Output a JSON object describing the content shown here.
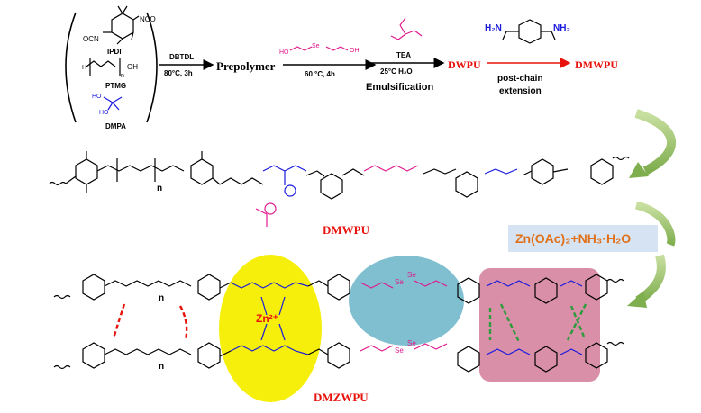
{
  "scheme": {
    "reagents": {
      "ipdi": "IPDI",
      "ptmg": "PTMG",
      "dmpa": "DMPA",
      "nco1": "NCO",
      "nco2": "OCN",
      "n_sub": "n",
      "oh": "OH",
      "ho": "HO",
      "h": "H"
    },
    "step1": {
      "catalyst": "DBTDL",
      "conditions": "80°C, 3h",
      "product": "Prepolymer"
    },
    "step2": {
      "reagent": "HO Se Se OH",
      "conditions": "60 °C, 4h"
    },
    "step3": {
      "reagent": "TEA",
      "conditions": "25°C  H₂O",
      "label": "Emulsification",
      "product": "DWPU"
    },
    "step4": {
      "reagent_h2n": "H₂N",
      "reagent_nh2": "NH₂",
      "label1": "post-chain",
      "label2": "extension",
      "product": "DMWPU"
    },
    "middle": {
      "label": "DMWPU",
      "n_sub": "n"
    },
    "zinc": {
      "reagent": "Zn(OAc)₂+NH₃·H₂O",
      "ion": "Zn²⁺"
    },
    "bottom": {
      "label": "DMZWPU",
      "se": "Se",
      "n_sub": "n"
    }
  },
  "colors": {
    "red": "#e8120c",
    "blue": "#1a1adc",
    "magenta": "#e0198e",
    "yellow": "#f6ef0c",
    "teal": "#7fbfcf",
    "pink": "#d98fa8",
    "green": "#2e9b3c",
    "arrow_green": "#9ec46c",
    "box_blue": "#d5e3f2"
  }
}
